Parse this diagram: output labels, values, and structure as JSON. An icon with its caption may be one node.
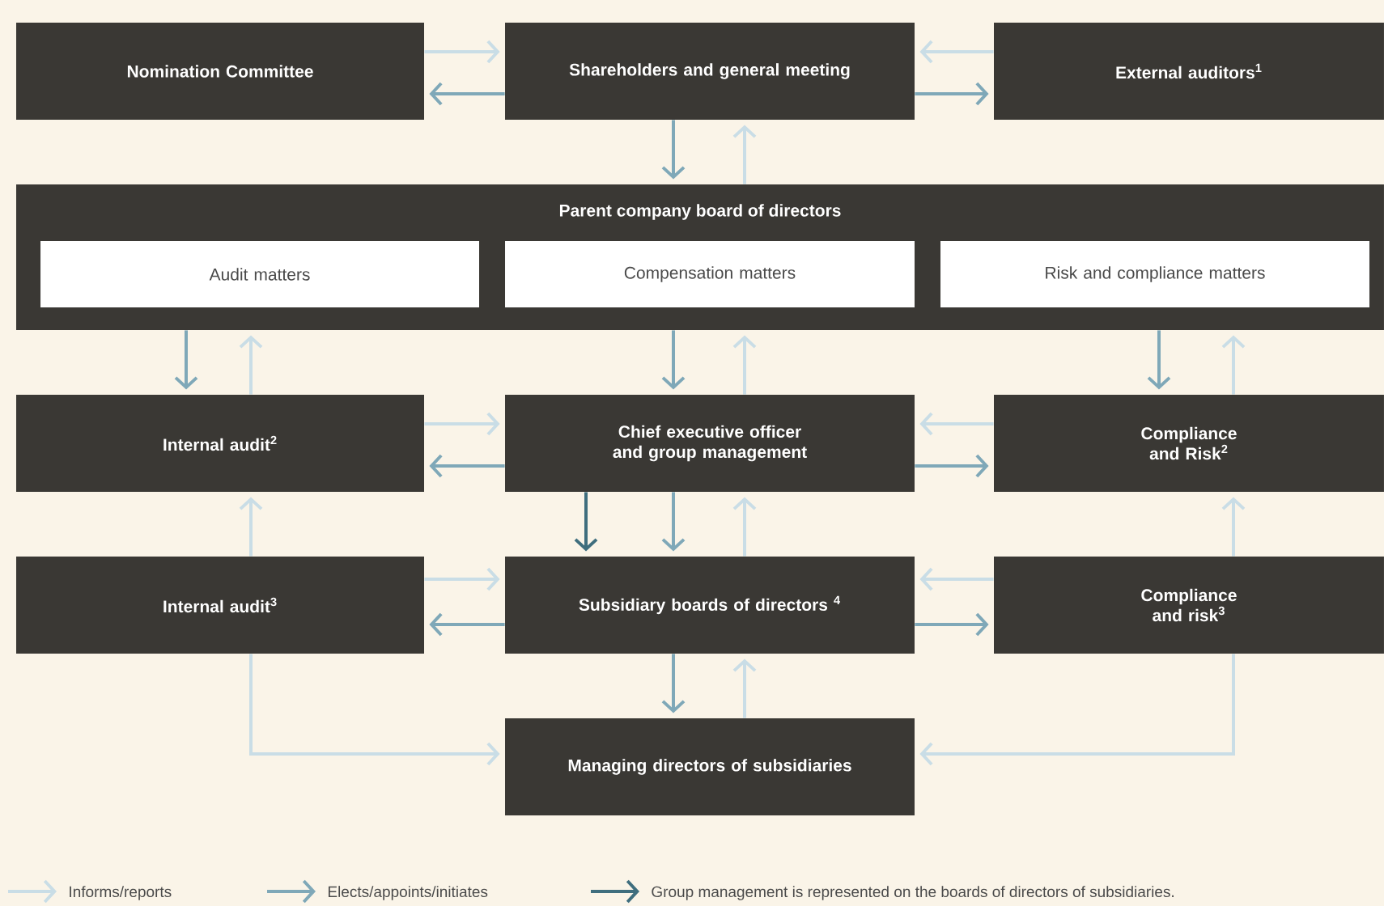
{
  "diagram": {
    "nodes": [
      {
        "text": [
          "Nomination Committee"
        ]
      },
      {
        "text": [
          "Shareholders and general meeting"
        ]
      },
      {
        "text": [
          "External auditors$^{1}$"
        ]
      },
      {
        "text": [
          "Parent company board of directors"
        ]
      },
      {
        "text": [
          "Audit matters"
        ],
        "in": 3
      },
      {
        "text": [
          "Compensation matters"
        ],
        "in": 3
      },
      {
        "text": [
          "Risk and compliance matters"
        ],
        "in": 3
      },
      {
        "text": [
          "Internal audit$^{2}$"
        ]
      },
      {
        "text": [
          "Chief executive officer and group management"
        ]
      },
      {
        "text": [
          "Compliance and Risk$^{2}$"
        ]
      },
      {
        "text": [
          "Internal audit$^{3}$"
        ]
      },
      {
        "text": [
          "Subsidiary boards of directors $^{4}$"
        ]
      },
      {
        "text": [
          "Compliance and risk$^{3}$"
        ]
      },
      {
        "text": [
          "Managing directors of subsidiaries"
        ]
      }
    ],
    "edges": [
      {
        "from": 0,
        "to": 1,
        "arrow": "to"
      },
      {
        "from": 1,
        "to": 0,
        "arrow": "to",
        "color": "#7fa8b8"
      },
      {
        "from": 2,
        "to": 1,
        "arrow": "to"
      },
      {
        "from": 1,
        "to": 2,
        "arrow": "to",
        "color": "#7fa8b8"
      },
      {
        "from": 1,
        "to": 3,
        "arrow": "to",
        "color": "#7fa8b8"
      },
      {
        "from": 3,
        "to": 1,
        "arrow": "to"
      },
      {
        "from": 3,
        "to": 7,
        "arrow": "to",
        "color": "#7fa8b8"
      },
      {
        "from": 7,
        "to": 3,
        "arrow": "to"
      },
      {
        "from": 3,
        "to": 8,
        "arrow": "to",
        "color": "#7fa8b8"
      },
      {
        "from": 8,
        "to": 3,
        "arrow": "to"
      },
      {
        "from": 3,
        "to": 9,
        "arrow": "to",
        "color": "#7fa8b8"
      },
      {
        "from": 9,
        "to": 3,
        "arrow": "to"
      },
      {
        "from": 7,
        "to": 8,
        "arrow": "to"
      },
      {
        "from": 8,
        "to": 7,
        "arrow": "to",
        "color": "#7fa8b8"
      },
      {
        "from": 9,
        "to": 8,
        "arrow": "to"
      },
      {
        "from": 8,
        "to": 9,
        "arrow": "to",
        "color": "#7fa8b8"
      },
      {
        "from": 10,
        "to": 7,
        "arrow": "to"
      },
      {
        "from": 8,
        "to": 11,
        "arrow": "to",
        "color": "#3f6e7e"
      },
      {
        "from": 8,
        "to": 11,
        "arrow": "to",
        "color": "#7fa8b8"
      },
      {
        "from": 11,
        "to": 8,
        "arrow": "to"
      },
      {
        "from": 12,
        "to": 9,
        "arrow": "to"
      },
      {
        "from": 10,
        "to": 11,
        "arrow": "to"
      },
      {
        "from": 11,
        "to": 10,
        "arrow": "to",
        "color": "#7fa8b8"
      },
      {
        "from": 12,
        "to": 11,
        "arrow": "to"
      },
      {
        "from": 11,
        "to": 12,
        "arrow": "to",
        "color": "#7fa8b8"
      },
      {
        "from": 11,
        "to": 13,
        "arrow": "to",
        "color": "#7fa8b8"
      },
      {
        "from": 13,
        "to": 11,
        "arrow": "to"
      },
      {
        "from": 10,
        "to": 13,
        "arrow": "to"
      },
      {
        "from": 12,
        "to": 13,
        "arrow": "to"
      }
    ],
    "legend": [
      {
        "text": "Informs/reports"
      },
      {
        "text": "Elects/appoints/initiates"
      },
      {
        "text": "Group management is represented on the boards of directors of subsidiaries."
      }
    ]
  }
}
